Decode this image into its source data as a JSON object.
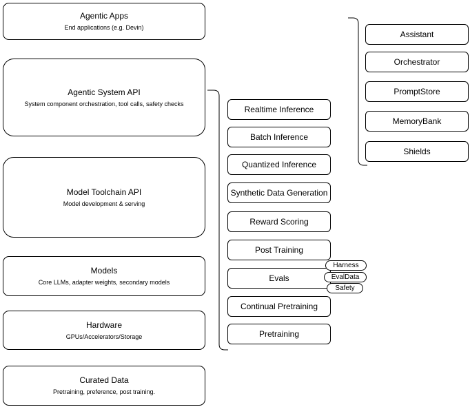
{
  "diagram": {
    "left_column": [
      {
        "title": "Agentic Apps",
        "subtitle": "End applications (e.g. Devin)"
      },
      {
        "title": "Agentic System API",
        "subtitle": "System component orchestration, tool calls, safety checks"
      },
      {
        "title": "Model Toolchain API",
        "subtitle": "Model development & serving"
      },
      {
        "title": "Models",
        "subtitle": "Core LLMs, adapter weights, secondary models"
      },
      {
        "title": "Hardware",
        "subtitle": "GPUs/Accelerators/Storage"
      },
      {
        "title": "Curated Data",
        "subtitle": "Pretraining, preference, post training."
      }
    ],
    "middle_column": [
      "Realtime Inference",
      "Batch Inference",
      "Quantized Inference",
      "Synthetic Data Generation",
      "Reward Scoring",
      "Post Training",
      "Evals",
      "Continual Pretraining",
      "Pretraining"
    ],
    "evals_tags": [
      "Harness",
      "EvalData",
      "Safety"
    ],
    "right_column": [
      "Assistant",
      "Orchestrator",
      "PromptStore",
      "MemoryBank",
      "Shields"
    ],
    "colors": {
      "border": "#000000",
      "background": "#ffffff",
      "text": "#000000"
    }
  }
}
